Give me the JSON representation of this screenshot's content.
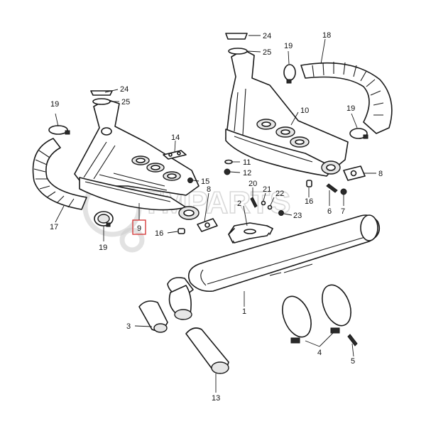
{
  "diagram": {
    "watermark": "TMPARTS",
    "highlight_color": "#d32f2f",
    "line_color": "#1a1a1a",
    "callouts": {
      "c1": "1",
      "c2": "2",
      "c3": "3",
      "c4": "4",
      "c5": "5",
      "c6": "6",
      "c7": "7",
      "c8a": "8",
      "c8b": "8",
      "c9": "9",
      "c10": "10",
      "c11": "11",
      "c12": "12",
      "c13": "13",
      "c14": "14",
      "c15": "15",
      "c16a": "16",
      "c16b": "16",
      "c17": "17",
      "c18": "18",
      "c19a": "19",
      "c19b": "19",
      "c19c": "19",
      "c19d": "19",
      "c20": "20",
      "c21": "21",
      "c22": "22",
      "c23": "23",
      "c24a": "24",
      "c24b": "24",
      "c25a": "25",
      "c25b": "25"
    }
  }
}
